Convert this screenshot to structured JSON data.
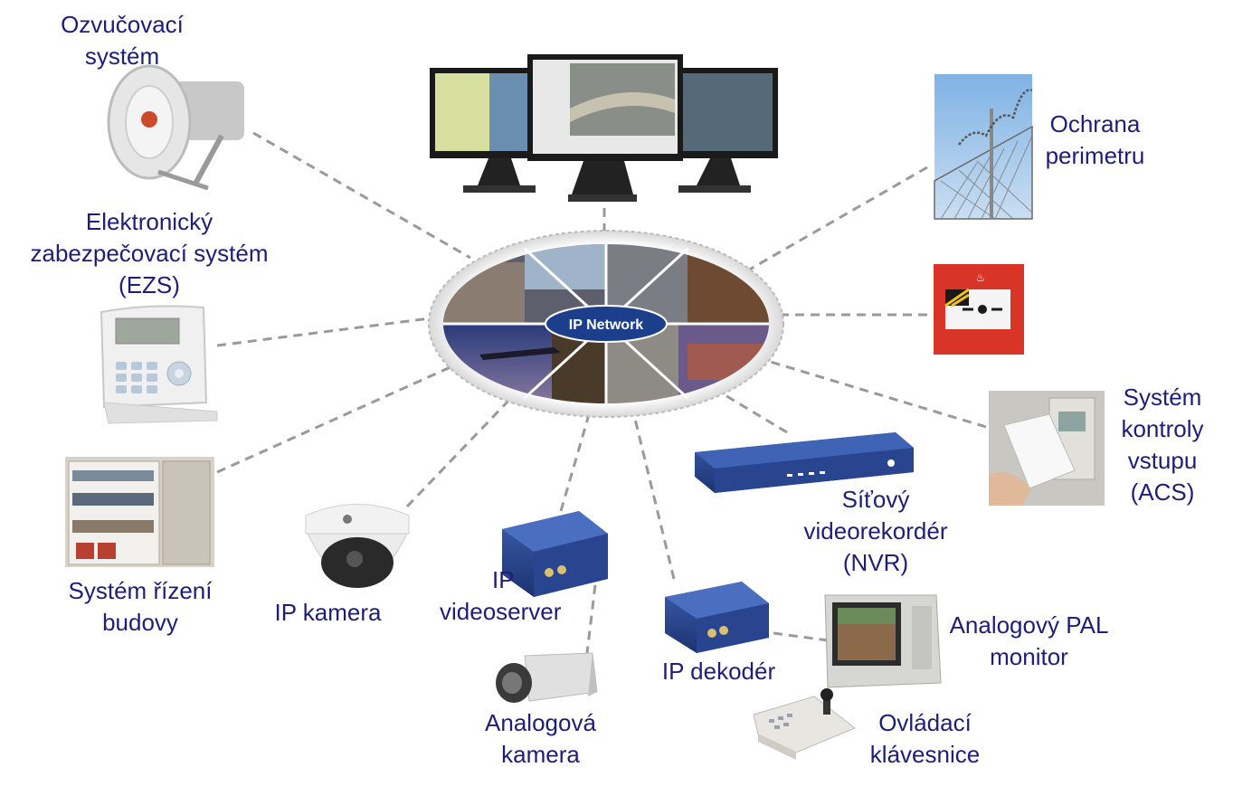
{
  "hub": {
    "label": "IP Network"
  },
  "labels": {
    "ozvucovaci": [
      "Ozvučovací",
      "systém"
    ],
    "ezs": [
      "Elektronický",
      "zabezpečovací systém",
      "(EZS)"
    ],
    "budova": [
      "Systém řízení",
      "budovy"
    ],
    "ip_kamera": [
      "IP kamera"
    ],
    "videoserver": [
      "IP",
      "videoserver"
    ],
    "analog_kamera": [
      "Analogová",
      "kamera"
    ],
    "dekoder": [
      "IP dekodér"
    ],
    "nvr": [
      "Síťový",
      "videorekordér",
      "(NVR)"
    ],
    "pal": [
      "Analogový PAL",
      "monitor"
    ],
    "klavesnice": [
      "Ovládací",
      "klávesnice"
    ],
    "acs": [
      "Systém",
      "kontroly",
      "vstupu",
      "(ACS)"
    ],
    "perimetr": [
      "Ochrana",
      "perimetru"
    ]
  },
  "colors": {
    "label": "#1e1e78",
    "connector": "#9a9a9a",
    "hub_badge": "#1c3f8c"
  }
}
